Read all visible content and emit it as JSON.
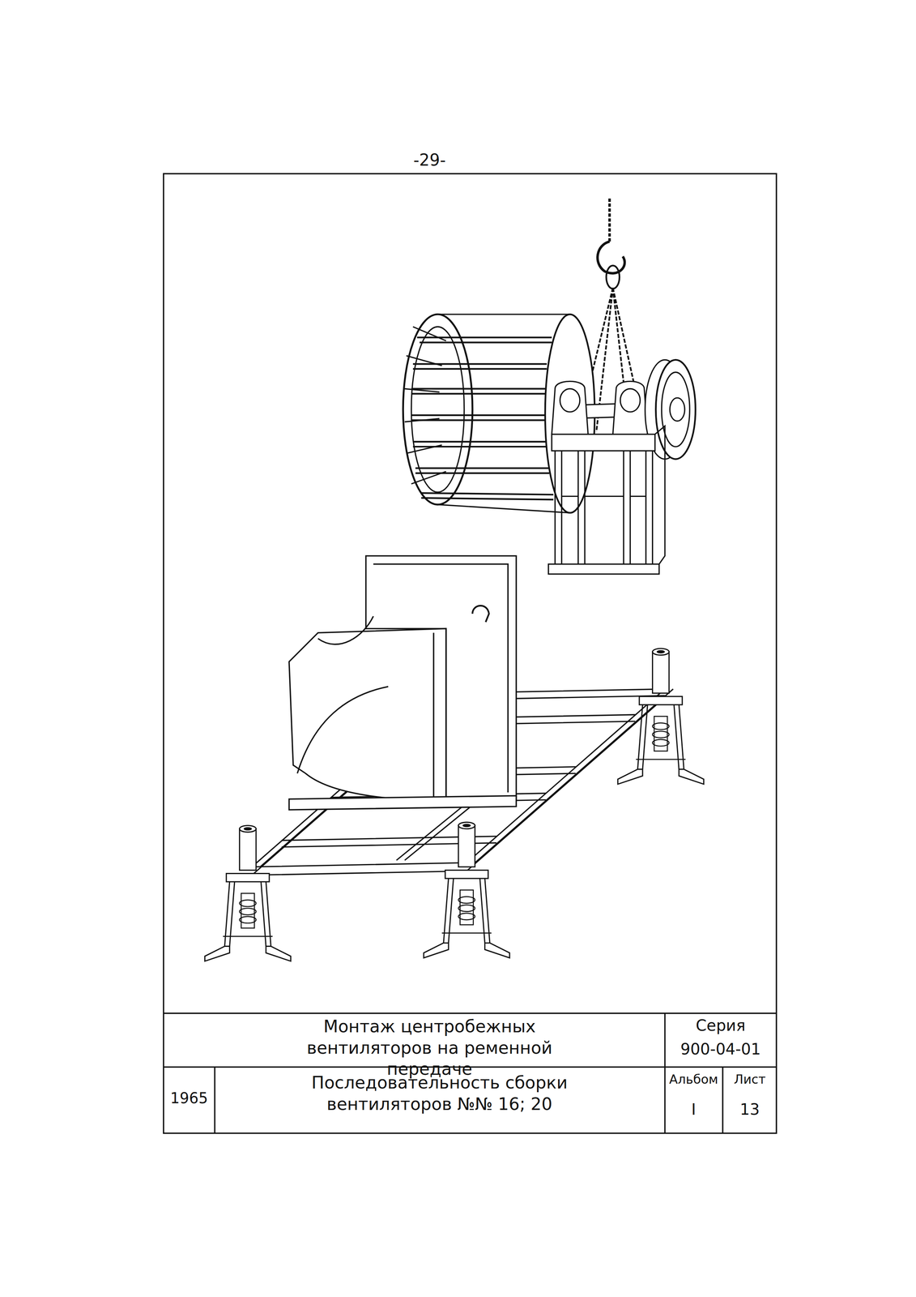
{
  "diagram": {
    "labels": [
      "-29-",
      "Монтаж центробежных вентиляторов на ременной передаче",
      "Серия",
      "900-04-01",
      "1965",
      "Последовательность сборки вентиляторов №№ 16; 20",
      "Альбом",
      "Лист",
      "I",
      "13"
    ]
  }
}
